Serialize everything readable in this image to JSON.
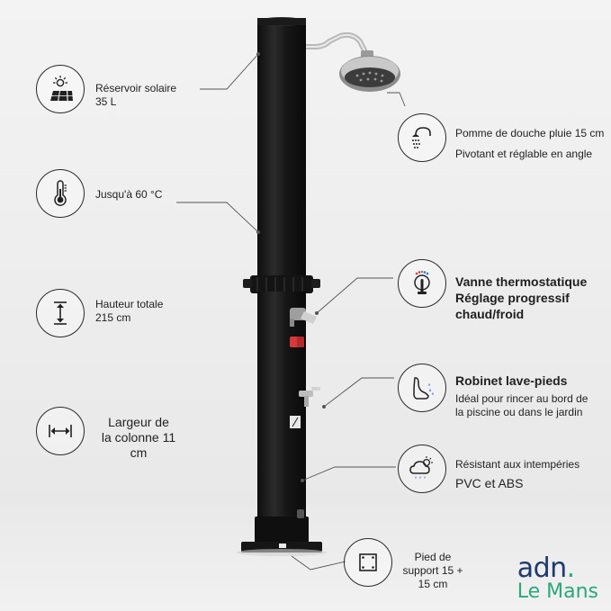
{
  "features": {
    "reservoir": {
      "line1": "Réservoir solaire",
      "line2": "35 L"
    },
    "temperature": {
      "line1": "Jusqu'à 60 °C"
    },
    "height": {
      "line1": "Hauteur totale",
      "line2": "215 cm"
    },
    "width": {
      "line1": "Largeur de",
      "line2": "la colonne 11",
      "line3": "cm"
    },
    "shower_head": {
      "line1": "Pomme de douche pluie 15 cm",
      "line2": "Pivotant et réglable en angle"
    },
    "valve": {
      "line1": "Vanne thermostatique",
      "line2": "Réglage progressif",
      "line3": "chaud/froid"
    },
    "foot_tap": {
      "title": "Robinet lave-pieds",
      "line1": "Idéal pour rincer au bord de",
      "line2": "la piscine ou dans le jardin"
    },
    "weather": {
      "line1": "Résistant aux intempéries",
      "line2": "PVC et ABS"
    },
    "base": {
      "line1": "Pied de",
      "line2": "support 15 +",
      "line3": "15 cm"
    }
  },
  "logo": {
    "name": "adn",
    "dot": ".",
    "city": "Le Mans"
  },
  "colors": {
    "accent_blue": "#1e3a6e",
    "accent_green": "#2aa87a",
    "hot": "#d8383a",
    "cold": "#3a6fd8"
  },
  "icons": [
    "sun-panel-icon",
    "thermometer-icon",
    "height-arrow-icon",
    "width-arrow-icon",
    "shower-head-icon",
    "valve-handle-icon",
    "foot-water-icon",
    "cloud-rain-icon",
    "base-plate-icon"
  ]
}
